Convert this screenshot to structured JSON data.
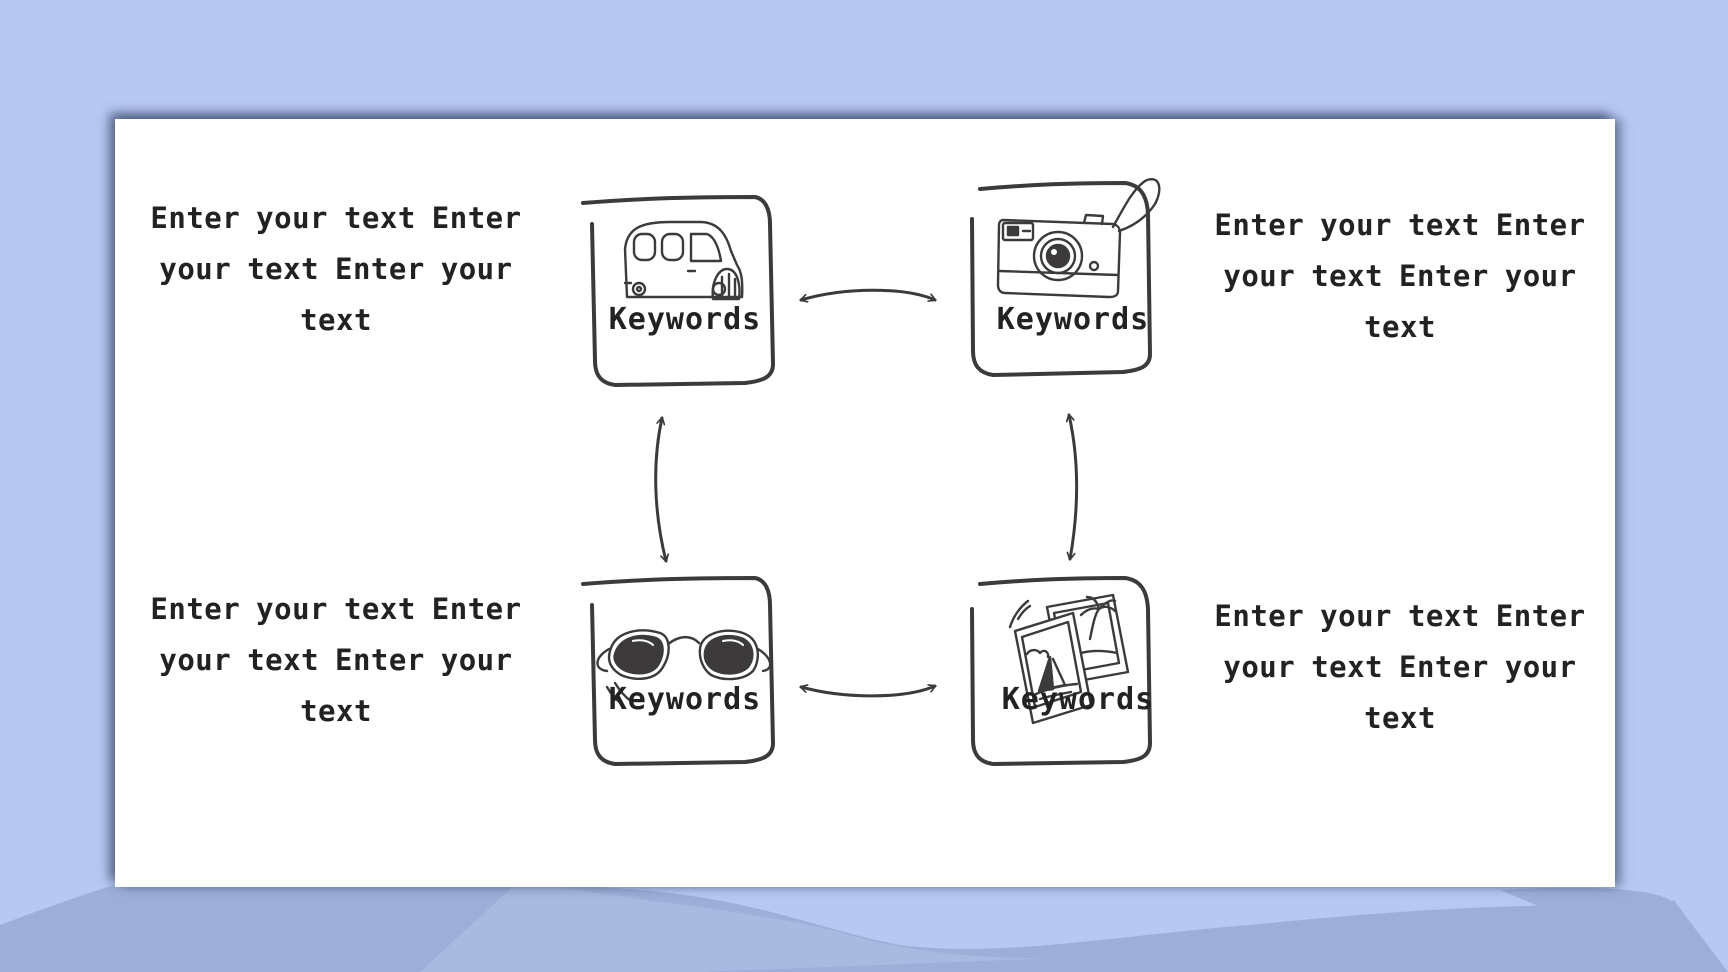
{
  "colors": {
    "background": "#b8c8f2",
    "ink": "#3d3a3c",
    "slide": "#ffffff"
  },
  "nodes": [
    {
      "keyword": "Keywords",
      "icon": "van-icon",
      "description": "Enter your text Enter your text Enter your text"
    },
    {
      "keyword": "Keywords",
      "icon": "camera-icon",
      "description": "Enter your text Enter your text Enter your text"
    },
    {
      "keyword": "Keywords",
      "icon": "sunglasses-icon",
      "description": "Enter your text Enter your text Enter your text"
    },
    {
      "keyword": "Keywords",
      "icon": "photos-icon",
      "description": "Enter your text Enter your text Enter your text"
    }
  ]
}
